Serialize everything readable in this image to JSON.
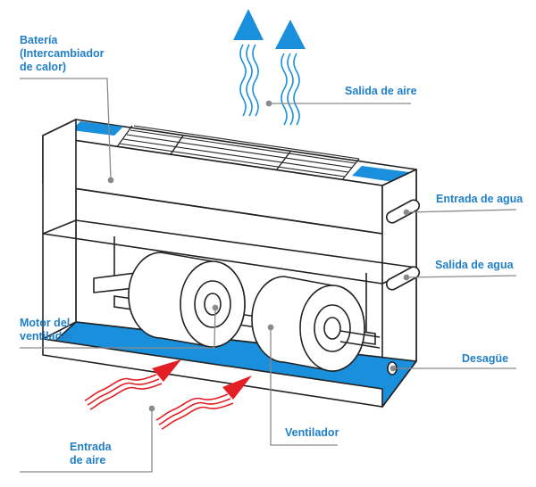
{
  "colors": {
    "label": "#1f7fc9",
    "outline": "#222222",
    "water": "#1a8fdc",
    "air_out": "#1a8fdc",
    "air_in": "#e31e24",
    "leader": "#8a8a8a"
  },
  "labels": {
    "bateria": [
      "Batería",
      "(Intercambiador",
      "de calor)"
    ],
    "salida_aire": "Salida de aire",
    "entrada_agua": "Entrada de agua",
    "salida_agua": "Salida de agua",
    "motor": [
      "Motor del",
      "ventilador"
    ],
    "desague": "Desagüe",
    "ventilador": "Ventilador",
    "entrada_aire": [
      "Entrada",
      "de aire"
    ]
  },
  "icons": {
    "air_outlet": "blue-up-arrows-icon",
    "air_inlet": "red-wavy-arrows-icon"
  }
}
